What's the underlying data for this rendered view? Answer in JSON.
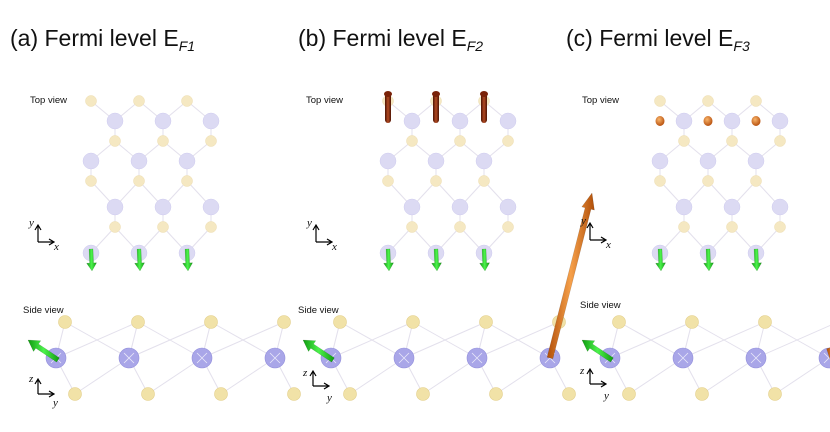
{
  "panels": [
    {
      "id": "a",
      "prefix": "(a) Fermi level E",
      "subscript": "F1",
      "top_label": "Top view",
      "side_label": "Side view",
      "top_spin": "none",
      "side_spin": "none"
    },
    {
      "id": "b",
      "prefix": "(b) Fermi level E",
      "subscript": "F2",
      "top_label": "Top view",
      "side_label": "Side view",
      "top_spin": "long-up",
      "side_spin": "long-tilted-up"
    },
    {
      "id": "c",
      "prefix": "(c) Fermi level E",
      "subscript": "F3",
      "top_label": "Top view",
      "side_label": "Side view",
      "top_spin": "small",
      "side_spin": "short-tilted-down"
    }
  ],
  "top_axes": {
    "y": "y",
    "x": "x"
  },
  "side_axes": {
    "z": "z",
    "y": "y"
  },
  "colors": {
    "chalcogen": "#f1e2a7",
    "metal": "#a9a6e8",
    "green_arrow": "#22d822",
    "orange_arrow": "#e8781c",
    "brown_arrow": "#8a2a0e"
  }
}
